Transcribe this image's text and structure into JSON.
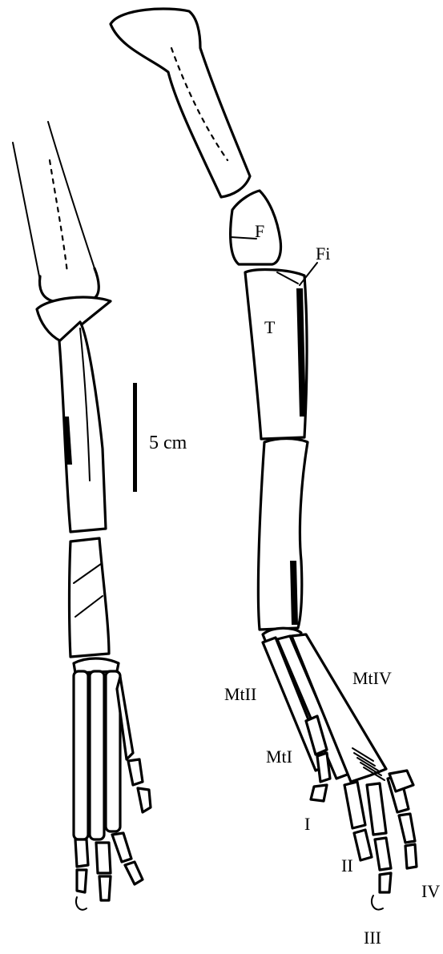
{
  "scale_bar": {
    "label": "5 cm"
  },
  "labels": {
    "femur": "F",
    "fibula": "Fi",
    "tibia": "T",
    "metatarsal_ii": "MtII",
    "metatarsal_iv": "MtIV",
    "metatarsal_i": "MtI",
    "digit_i": "I",
    "digit_ii": "II",
    "digit_iii": "III",
    "digit_iv": "IV"
  }
}
